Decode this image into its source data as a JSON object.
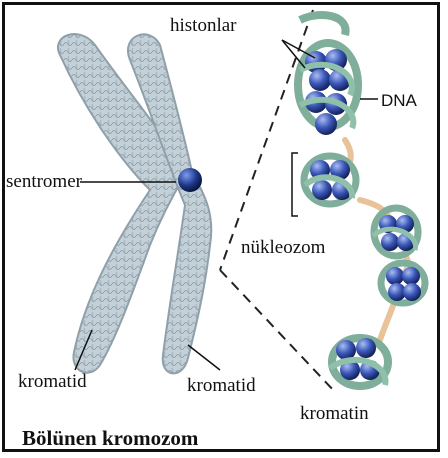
{
  "labels": {
    "histones": "histonlar",
    "dna": "DNA",
    "centromere": "sentromer",
    "nucleosome": "nükleozom",
    "chromatid_left": "kromatid",
    "chromatid_right": "kromatid",
    "chromatin": "kromatin",
    "title": "Bölünen kromozom"
  },
  "colors": {
    "chromatid_fill": "#b9c7cf",
    "chromatid_edge": "#8fa0aa",
    "centromere": "#1f3a8a",
    "histone": "#3a56b8",
    "dna_coil": "#7fae9a",
    "linker": "#f0cfa8"
  }
}
